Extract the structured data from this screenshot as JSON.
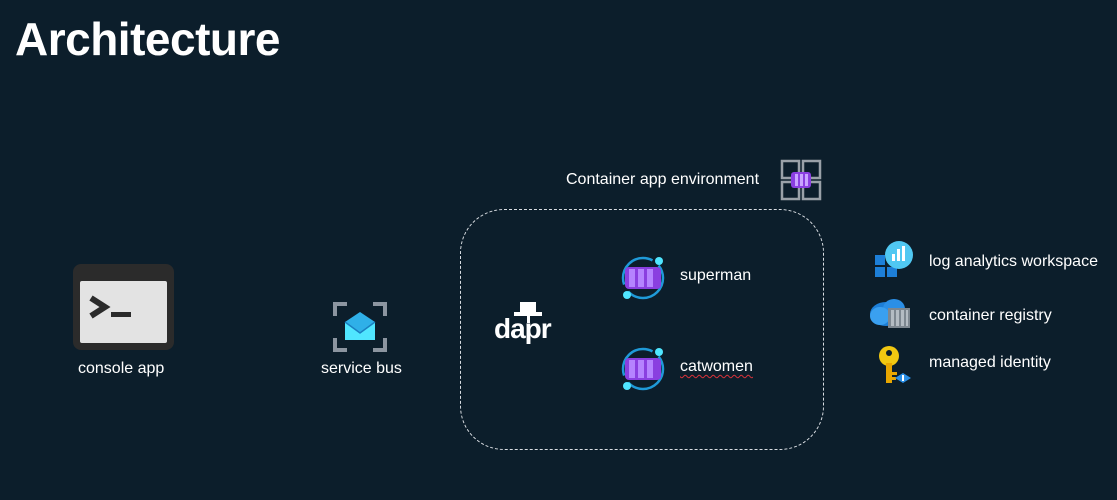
{
  "title": "Architecture",
  "nodes": {
    "console_app": "console app",
    "service_bus": "service bus",
    "environment": "Container app environment",
    "dapr": "dapr",
    "superman": "superman",
    "catwomen": "catwomen",
    "log_analytics": "log analytics workspace",
    "container_registry": "container registry",
    "managed_identity": "managed identity"
  },
  "icons": {
    "console_app": "terminal-icon",
    "service_bus": "service-bus-icon",
    "environment": "container-app-environment-icon",
    "dapr": "dapr-logo",
    "superman": "container-app-icon",
    "catwomen": "container-app-icon",
    "log_analytics": "log-analytics-icon",
    "container_registry": "container-registry-icon",
    "managed_identity": "key-icon"
  },
  "colors": {
    "background": "#0c1e2b",
    "text": "#ffffff",
    "container_app_purple": "#8a3fe0",
    "service_bus_blue": "#2fb0e8",
    "azure_blue": "#1d7fd8"
  }
}
